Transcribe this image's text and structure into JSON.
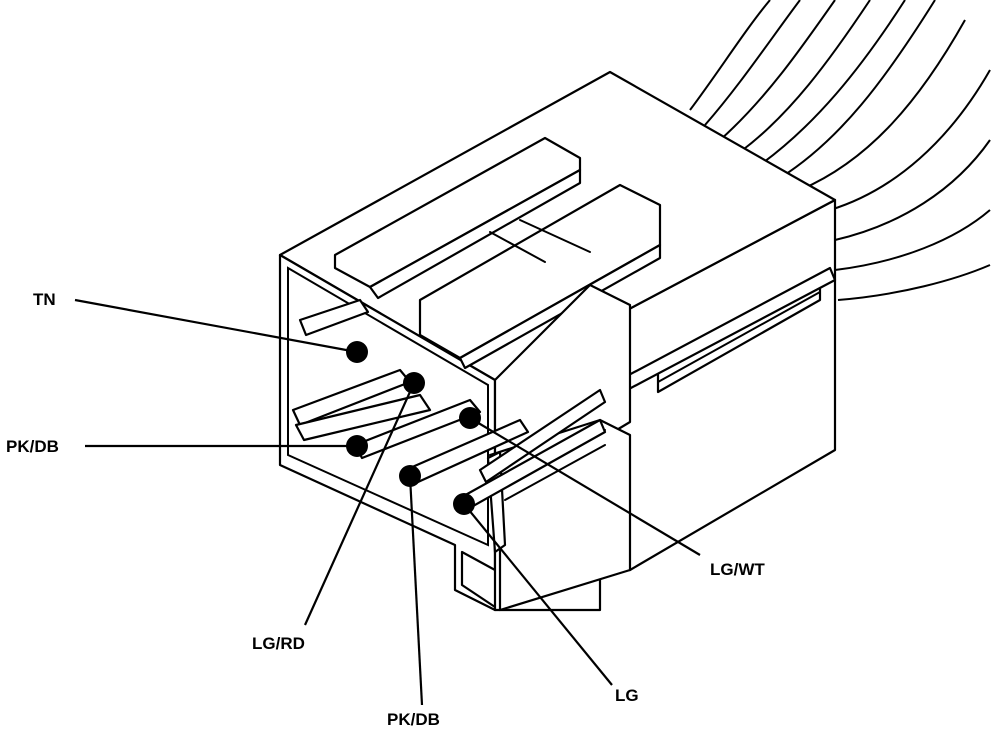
{
  "labels": {
    "tn": "TN",
    "pk_db_left": "PK/DB",
    "lg_rd": "LG/RD",
    "pk_db_bottom": "PK/DB",
    "lg": "LG",
    "lg_wt": "LG/WT"
  },
  "colors": {
    "line": "#000000",
    "background": "#ffffff"
  }
}
